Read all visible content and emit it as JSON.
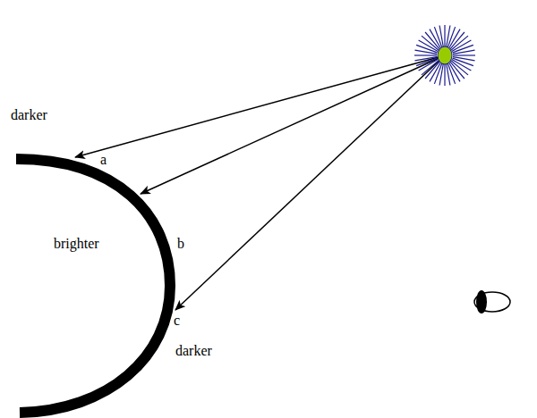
{
  "diagram": {
    "labels": [
      "darker",
      "a",
      "brighter",
      "b",
      "c",
      "darker"
    ]
  }
}
